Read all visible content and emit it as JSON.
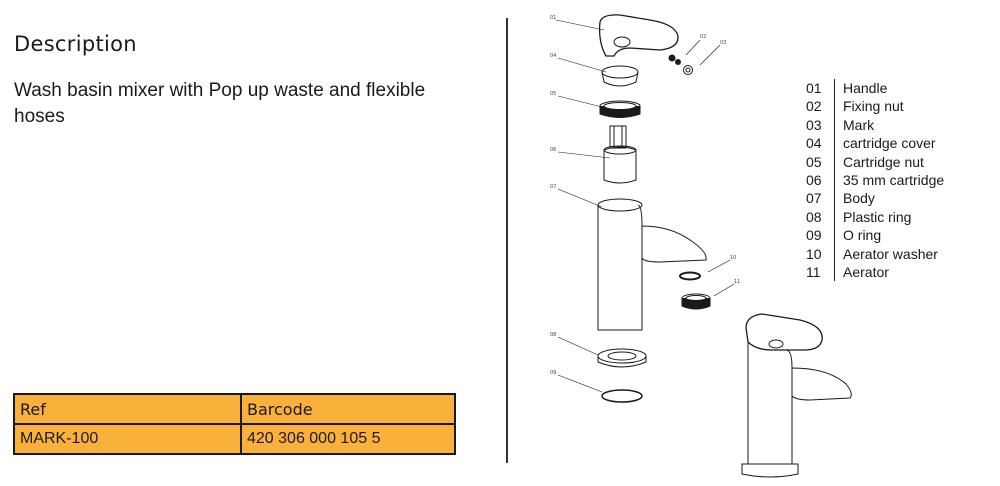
{
  "description": {
    "heading": "Description",
    "text": "Wash basin mixer with Pop up waste and flexible hoses"
  },
  "ref_table": {
    "headers": {
      "ref": "Ref",
      "barcode": "Barcode"
    },
    "row": {
      "ref": "MARK-100",
      "barcode": "420 306 000 105 5"
    }
  },
  "parts": [
    {
      "num": "01",
      "name": "Handle"
    },
    {
      "num": "02",
      "name": "Fixing nut"
    },
    {
      "num": "03",
      "name": "Mark"
    },
    {
      "num": "04",
      "name": "cartridge cover"
    },
    {
      "num": "05",
      "name": "Cartridge nut"
    },
    {
      "num": "06",
      "name": "35 mm cartridge"
    },
    {
      "num": "07",
      "name": "Body"
    },
    {
      "num": "08",
      "name": "Plastic ring"
    },
    {
      "num": "09",
      "name": "O ring"
    },
    {
      "num": "10",
      "name": "Aerator washer"
    },
    {
      "num": "11",
      "name": "Aerator"
    }
  ],
  "drawing_callouts": [
    "01",
    "02",
    "03",
    "04",
    "05",
    "06",
    "07",
    "10",
    "11",
    "08",
    "09"
  ],
  "colors": {
    "table_fill": "#f9b13b",
    "line": "#1a1a1a"
  }
}
